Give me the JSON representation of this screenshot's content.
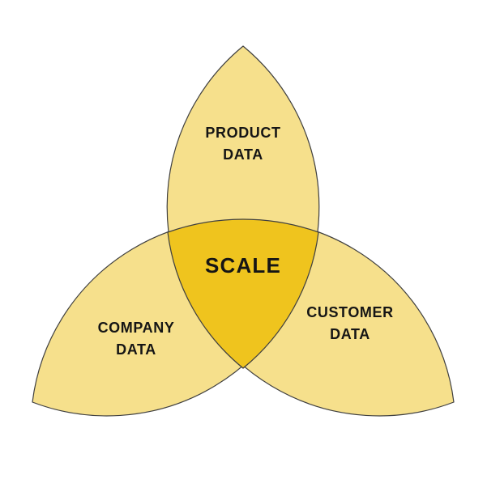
{
  "diagram": {
    "type": "three-petal-venn",
    "center": {
      "label": "SCALE"
    },
    "petals": [
      {
        "id": "product",
        "line1": "PRODUCT",
        "line2": "DATA",
        "position": "top"
      },
      {
        "id": "company",
        "line1": "COMPANY",
        "line2": "DATA",
        "position": "bottom-left"
      },
      {
        "id": "customer",
        "line1": "CUSTOMER",
        "line2": "DATA",
        "position": "bottom-right"
      }
    ],
    "colors": {
      "petal_fill": "#F6E08C",
      "center_fill": "#EFC41E",
      "outline": "#3F3F3F",
      "text": "#151515",
      "background": "#FFFFFF"
    }
  }
}
